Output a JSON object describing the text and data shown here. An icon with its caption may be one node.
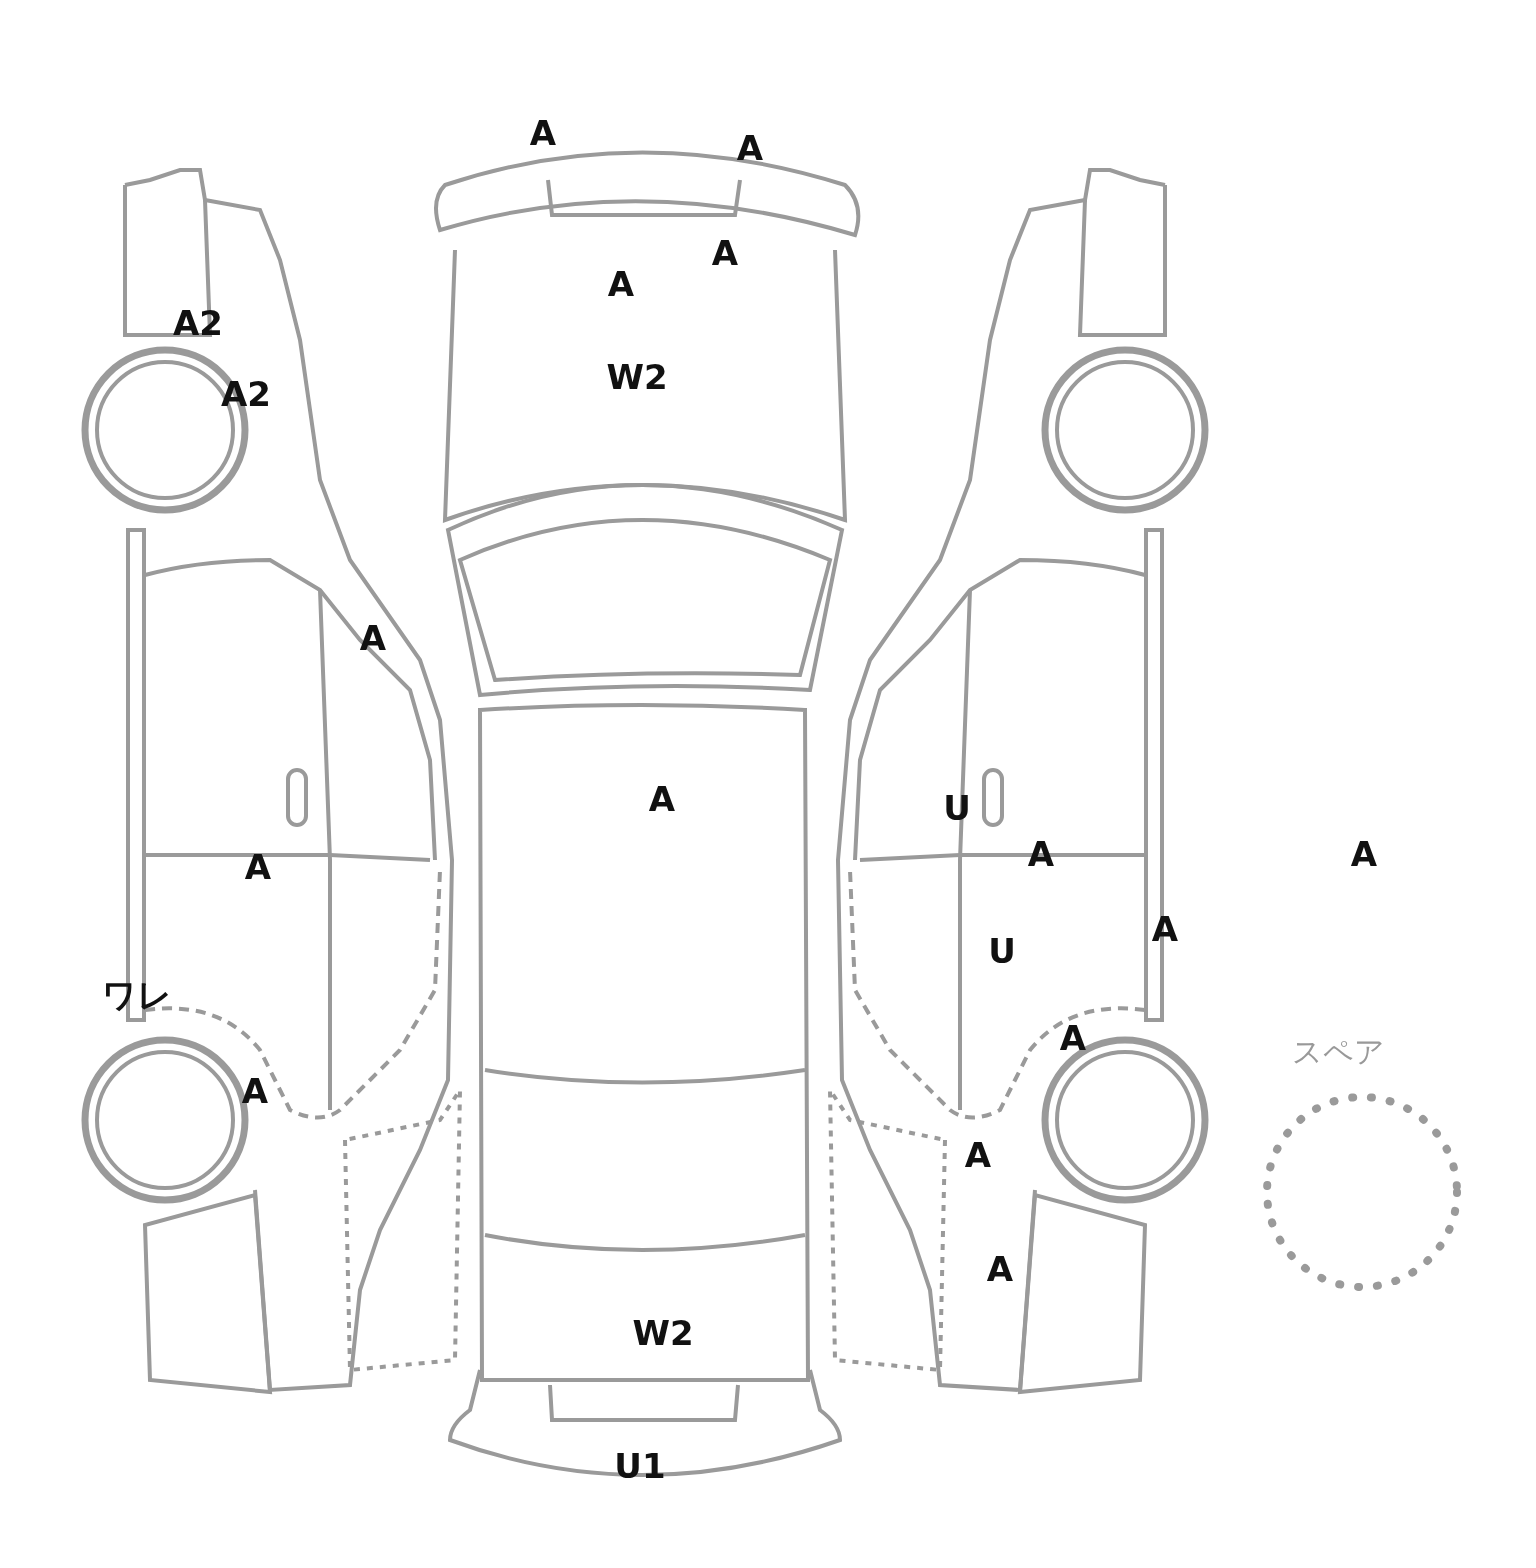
{
  "diagram": {
    "labels": [
      "A",
      "A",
      "A",
      "A",
      "A2",
      "W2",
      "A2",
      "A",
      "A",
      "U",
      "A",
      "A",
      "A",
      "A",
      "U",
      "ワレ",
      "A",
      "スペア",
      "A",
      "A",
      "A",
      "W2",
      "U1"
    ]
  }
}
